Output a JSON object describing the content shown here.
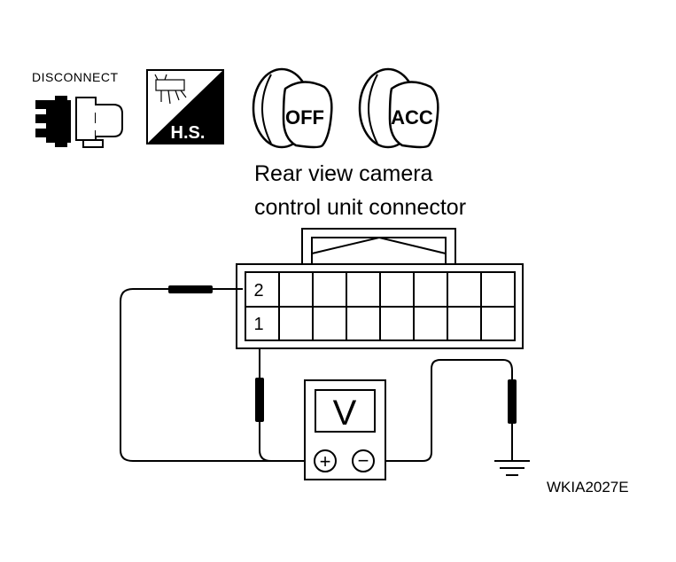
{
  "icons": {
    "disconnect_label": "DISCONNECT",
    "hs_label": "H.S.",
    "key_off_label": "OFF",
    "key_acc_label": "ACC"
  },
  "connector": {
    "title_line1": "Rear view camera",
    "title_line2": "control unit connector",
    "pin_top": "2",
    "pin_bottom": "1"
  },
  "meter": {
    "display": "V",
    "plus_symbol": "+",
    "minus_symbol": "−"
  },
  "figure_code": "WKIA2027E"
}
